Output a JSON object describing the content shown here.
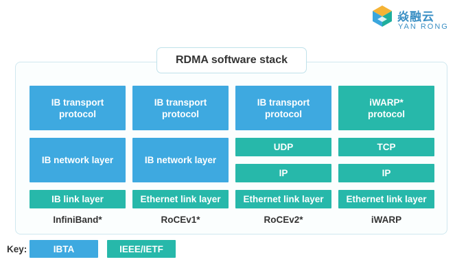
{
  "logo": {
    "chinese": "焱融云",
    "english": "YAN RONG"
  },
  "title": "RDMA software stack",
  "colors": {
    "ibta": "#3ea9e0",
    "ieee_ietf": "#27b8aa"
  },
  "columns": [
    {
      "label": "InfiniBand*",
      "transport": "IB transport\nprotocol",
      "network": "IB network layer",
      "link": "IB link layer"
    },
    {
      "label": "RoCEv1*",
      "transport": "IB transport\nprotocol",
      "network": "IB network layer",
      "link": "Ethernet link layer"
    },
    {
      "label": "RoCEv2*",
      "transport": "IB transport\nprotocol",
      "udp": "UDP",
      "ip": "IP",
      "link": "Ethernet link layer"
    },
    {
      "label": "iWARP",
      "transport": "iWARP*\nprotocol",
      "tcp": "TCP",
      "ip": "IP",
      "link": "Ethernet link layer"
    }
  ],
  "key": {
    "label": "Key:",
    "ibta": "IBTA",
    "ieee_ietf": "IEEE/IETF"
  }
}
